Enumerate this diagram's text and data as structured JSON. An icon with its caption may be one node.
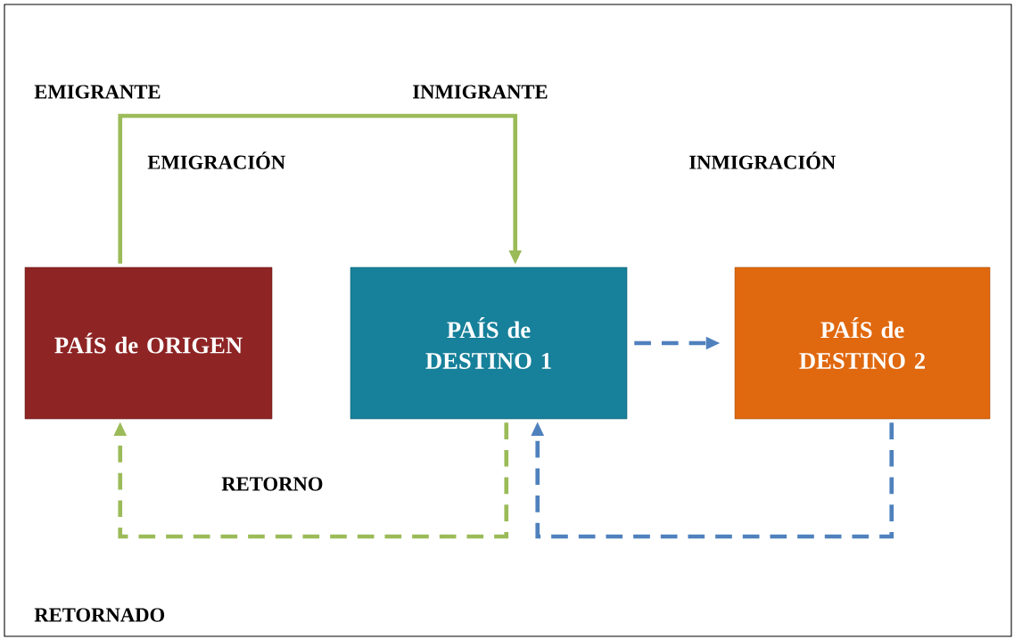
{
  "diagram": {
    "nodes": [
      {
        "text": [
          "PAÍS de ORIGEN"
        ]
      },
      {
        "text": [
          "PAÍS de DESTINO 1"
        ]
      },
      {
        "text": [
          "PAÍS de DESTINO 2"
        ]
      }
    ],
    "edges": [
      {
        "from": 0,
        "to": 1,
        "arrow": "to",
        "color": "#9bbb59"
      },
      {
        "from": 1,
        "to": 2,
        "arrow": "to",
        "style": "dashed",
        "color": "#4f81bd"
      },
      {
        "from": 1,
        "to": 0,
        "arrow": "to",
        "style": "dashed",
        "color": "#9bbb59"
      },
      {
        "from": 2,
        "to": 1,
        "arrow": "to",
        "style": "dashed",
        "color": "#4f81bd"
      }
    ],
    "labels": [
      "EMIGRANTE",
      "INMIGRANTE",
      "EMIGRACIÓN",
      "INMIGRACIÓN",
      "RETORNO",
      "RETORNADO"
    ]
  }
}
